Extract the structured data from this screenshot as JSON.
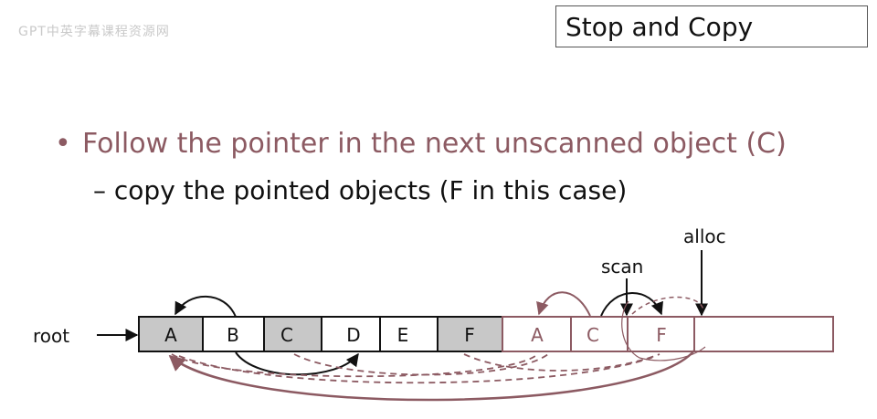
{
  "watermark": "GPT中英字幕课程资源网",
  "title": "Stop and Copy",
  "bullet": "Follow the pointer in the next unscanned object (C)",
  "subbullet": "– copy the pointed objects (F in this case)",
  "diagram": {
    "root_label": "root",
    "scan_label": "scan",
    "alloc_label": "alloc",
    "from_space": [
      "A",
      "B",
      "C",
      "D",
      "E",
      "F"
    ],
    "to_space": [
      "A",
      "C",
      "F"
    ],
    "colors": {
      "accent": "#8c5a62",
      "copied_fill": "#c8c8c8",
      "ink": "#111111"
    }
  }
}
